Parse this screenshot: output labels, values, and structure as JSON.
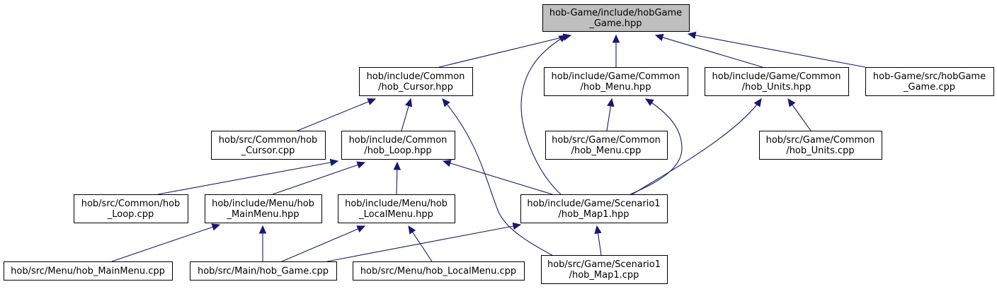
{
  "diagram": {
    "colors": {
      "edge": "#191970",
      "root_fill": "#bfbfbf",
      "node_fill": "#ffffff",
      "border": "#000000"
    },
    "nodes": [
      {
        "id": "root",
        "lines": [
          "hob-Game/include/hobGame",
          "_Game.hpp"
        ]
      },
      {
        "id": "cursor_h",
        "lines": [
          "hob/include/Common",
          "/hob_Cursor.hpp"
        ]
      },
      {
        "id": "menu_h",
        "lines": [
          "hob/include/Game/Common",
          "/hob_Menu.hpp"
        ]
      },
      {
        "id": "units_h",
        "lines": [
          "hob/include/Game/Common",
          "/hob_Units.hpp"
        ]
      },
      {
        "id": "game_cpp",
        "lines": [
          "hob-Game/src/hobGame",
          "_Game.cpp"
        ]
      },
      {
        "id": "cursor_c",
        "lines": [
          "hob/src/Common/hob",
          "_Cursor.cpp"
        ]
      },
      {
        "id": "loop_h",
        "lines": [
          "hob/include/Common",
          "/hob_Loop.hpp"
        ]
      },
      {
        "id": "menu_c",
        "lines": [
          "hob/src/Game/Common",
          "/hob_Menu.cpp"
        ]
      },
      {
        "id": "units_c",
        "lines": [
          "hob/src/Game/Common",
          "/hob_Units.cpp"
        ]
      },
      {
        "id": "loop_c",
        "lines": [
          "hob/src/Common/hob",
          "_Loop.cpp"
        ]
      },
      {
        "id": "mainmenu_h",
        "lines": [
          "hob/include/Menu/hob",
          "_MainMenu.hpp"
        ]
      },
      {
        "id": "localmenu_h",
        "lines": [
          "hob/include/Menu/hob",
          "_LocalMenu.hpp"
        ]
      },
      {
        "id": "map1_h",
        "lines": [
          "hob/include/Game/Scenario1",
          "/hob_Map1.hpp"
        ]
      },
      {
        "id": "mainmenu_c",
        "lines": [
          "hob/src/Menu/hob_MainMenu.cpp"
        ]
      },
      {
        "id": "hobgame_c",
        "lines": [
          "hob/src/Main/hob_Game.cpp"
        ]
      },
      {
        "id": "localmenu_c",
        "lines": [
          "hob/src/Menu/hob_LocalMenu.cpp"
        ]
      },
      {
        "id": "map1_c",
        "lines": [
          "hob/src/Game/Scenario1",
          "/hob_Map1.cpp"
        ]
      }
    ],
    "edges": [
      {
        "from": "cursor_h",
        "to": "root"
      },
      {
        "from": "map1_h",
        "to": "root"
      },
      {
        "from": "menu_h",
        "to": "root"
      },
      {
        "from": "units_h",
        "to": "root"
      },
      {
        "from": "game_cpp",
        "to": "root"
      },
      {
        "from": "cursor_c",
        "to": "cursor_h"
      },
      {
        "from": "loop_h",
        "to": "cursor_h"
      },
      {
        "from": "map1_c",
        "to": "cursor_h"
      },
      {
        "from": "menu_c",
        "to": "menu_h"
      },
      {
        "from": "map1_h",
        "to": "menu_h"
      },
      {
        "from": "map1_h",
        "to": "units_h"
      },
      {
        "from": "units_c",
        "to": "units_h"
      },
      {
        "from": "loop_c",
        "to": "loop_h"
      },
      {
        "from": "mainmenu_h",
        "to": "loop_h"
      },
      {
        "from": "localmenu_h",
        "to": "loop_h"
      },
      {
        "from": "map1_h",
        "to": "loop_h"
      },
      {
        "from": "mainmenu_c",
        "to": "mainmenu_h"
      },
      {
        "from": "hobgame_c",
        "to": "mainmenu_h"
      },
      {
        "from": "hobgame_c",
        "to": "localmenu_h"
      },
      {
        "from": "localmenu_c",
        "to": "localmenu_h"
      },
      {
        "from": "hobgame_c",
        "to": "map1_h"
      },
      {
        "from": "map1_c",
        "to": "map1_h"
      }
    ]
  }
}
